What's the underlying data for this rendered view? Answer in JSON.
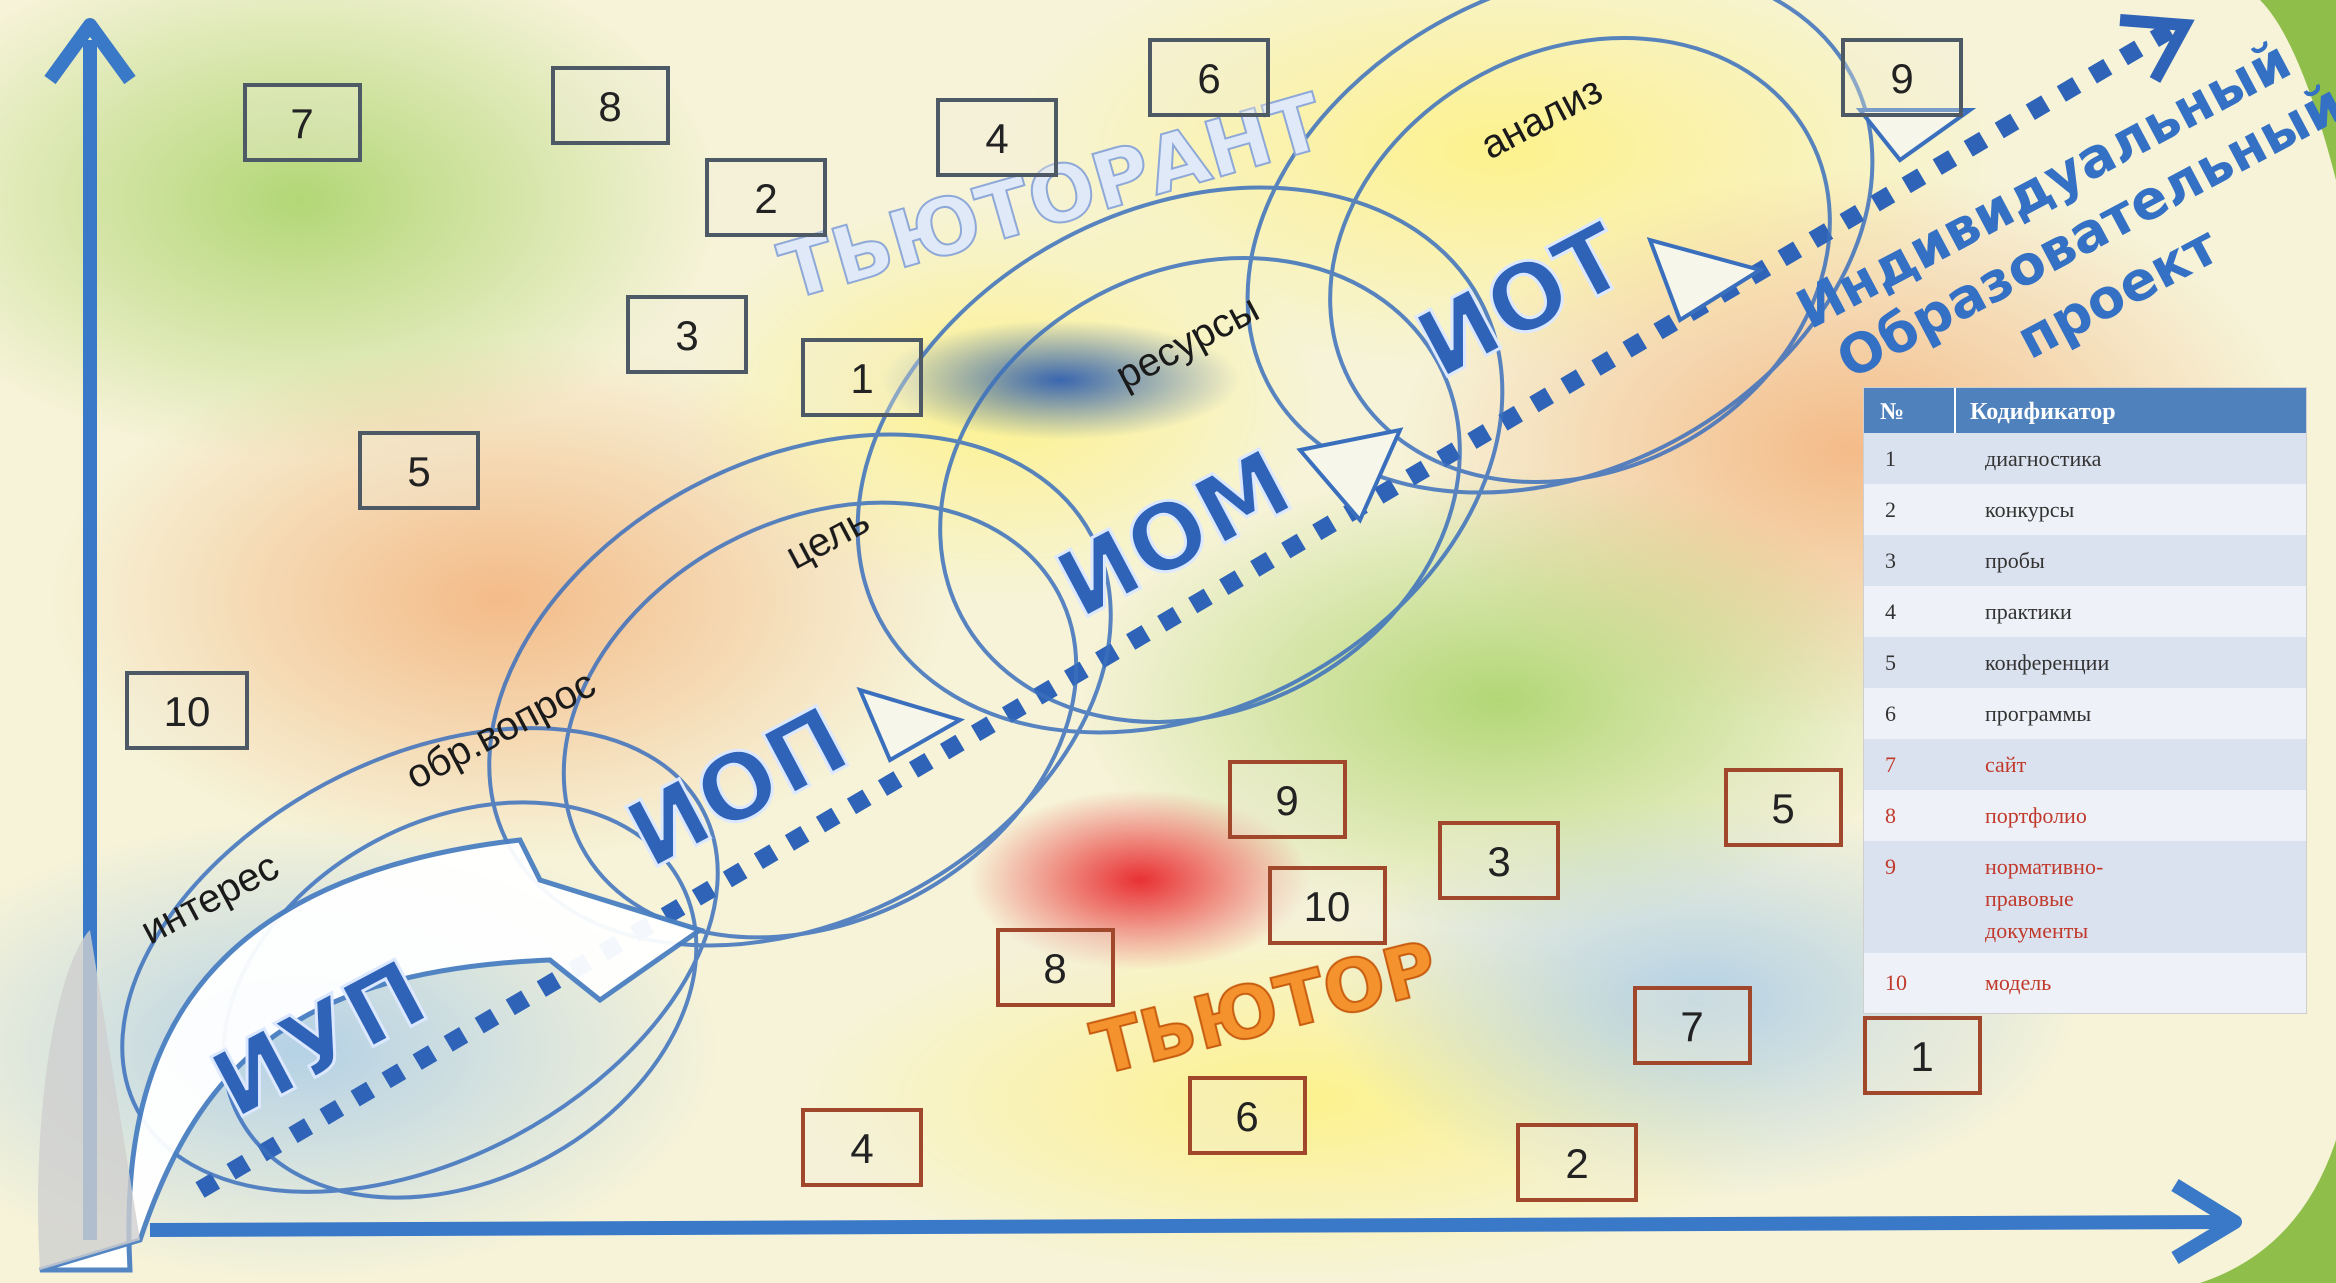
{
  "stages": [
    "ИУП",
    "ИОП",
    "ИОМ",
    "ИОТ"
  ],
  "words": [
    "интерес",
    "обр.вопрос",
    "цель",
    "ресурсы",
    "анализ"
  ],
  "roles": {
    "tutorant": "ТЬЮТОРАНТ",
    "tutor": "ТЬЮТОР"
  },
  "project": [
    "Индивидуальный",
    "Образовательный",
    "проект"
  ],
  "table": {
    "header": [
      "№",
      "Кодификатор"
    ],
    "rows": [
      {
        "n": "1",
        "label": "диагностика"
      },
      {
        "n": "2",
        "label": "конкурсы"
      },
      {
        "n": "3",
        "label": "пробы"
      },
      {
        "n": "4",
        "label": "практики"
      },
      {
        "n": "5",
        "label": "конференции"
      },
      {
        "n": "6",
        "label": "программы"
      },
      {
        "n": "7",
        "label": "сайт"
      },
      {
        "n": "8",
        "label": "портфолио"
      },
      {
        "n": "9",
        "label": "нормативно-правовые документы"
      },
      {
        "n": "10",
        "label": "модель"
      }
    ]
  },
  "upper_boxes": [
    "7",
    "8",
    "6",
    "4",
    "2",
    "3",
    "1",
    "5",
    "9",
    "10"
  ],
  "lower_boxes": [
    "9",
    "5",
    "3",
    "10",
    "8",
    "7",
    "1",
    "6",
    "4",
    "2"
  ],
  "colors": {
    "axis": "#3a78c8",
    "upper_box_border": "#4d5a66",
    "lower_box_border": "#a0472c",
    "table_header": "#4f81bd",
    "table_red_text": "#c0392b"
  }
}
